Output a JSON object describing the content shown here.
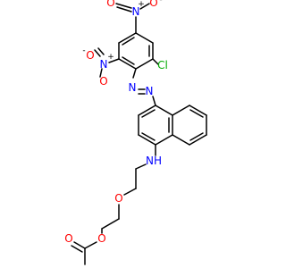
{
  "colors": {
    "bond": "#000000",
    "oxygen": "#ff0000",
    "nitrogen": "#0000ff",
    "chlorine": "#00aa00",
    "carbon": "#000000"
  },
  "atoms": {
    "nitro_top_o1": "O",
    "nitro_top_n": "N",
    "nitro_top_n_charge": "+",
    "nitro_top_o2": "O",
    "nitro_top_o2_charge": "-",
    "nitro_left_o1": "O",
    "nitro_left_o1_charge": "-",
    "nitro_left_n": "N",
    "nitro_left_n_charge": "+",
    "nitro_left_o2": "O",
    "chlorine": "Cl",
    "azo_n1": "N",
    "azo_n2": "N",
    "amine": "NH",
    "ether_o": "O",
    "ester_o": "O",
    "carbonyl_o": "O"
  }
}
